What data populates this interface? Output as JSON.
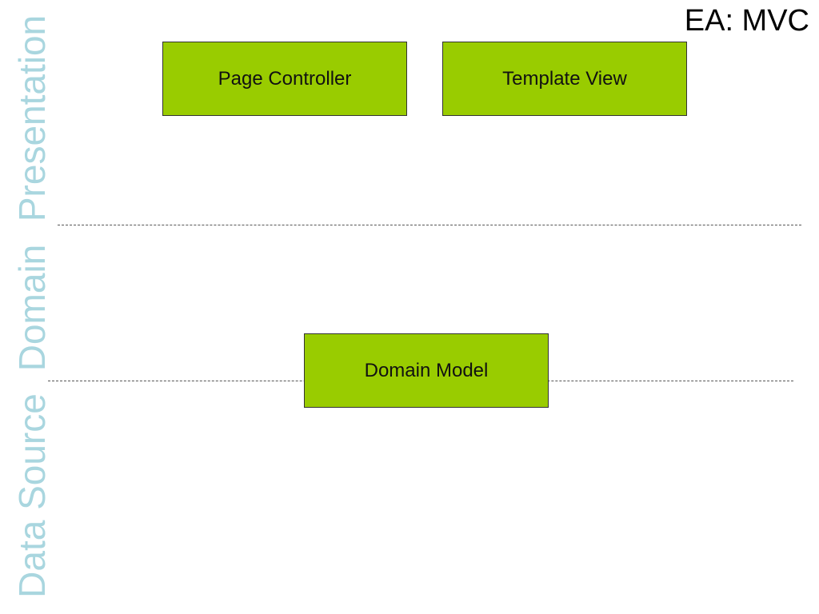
{
  "title": "EA: MVC",
  "layers": {
    "presentation": "Presentation",
    "domain": "Domain",
    "data_source": "Data Source"
  },
  "boxes": {
    "page_controller": "Page Controller",
    "template_view": "Template View",
    "domain_model": "Domain Model"
  },
  "colors": {
    "box_fill": "#99cc00",
    "layer_label": "#a9d6df",
    "divider": "#555555"
  }
}
